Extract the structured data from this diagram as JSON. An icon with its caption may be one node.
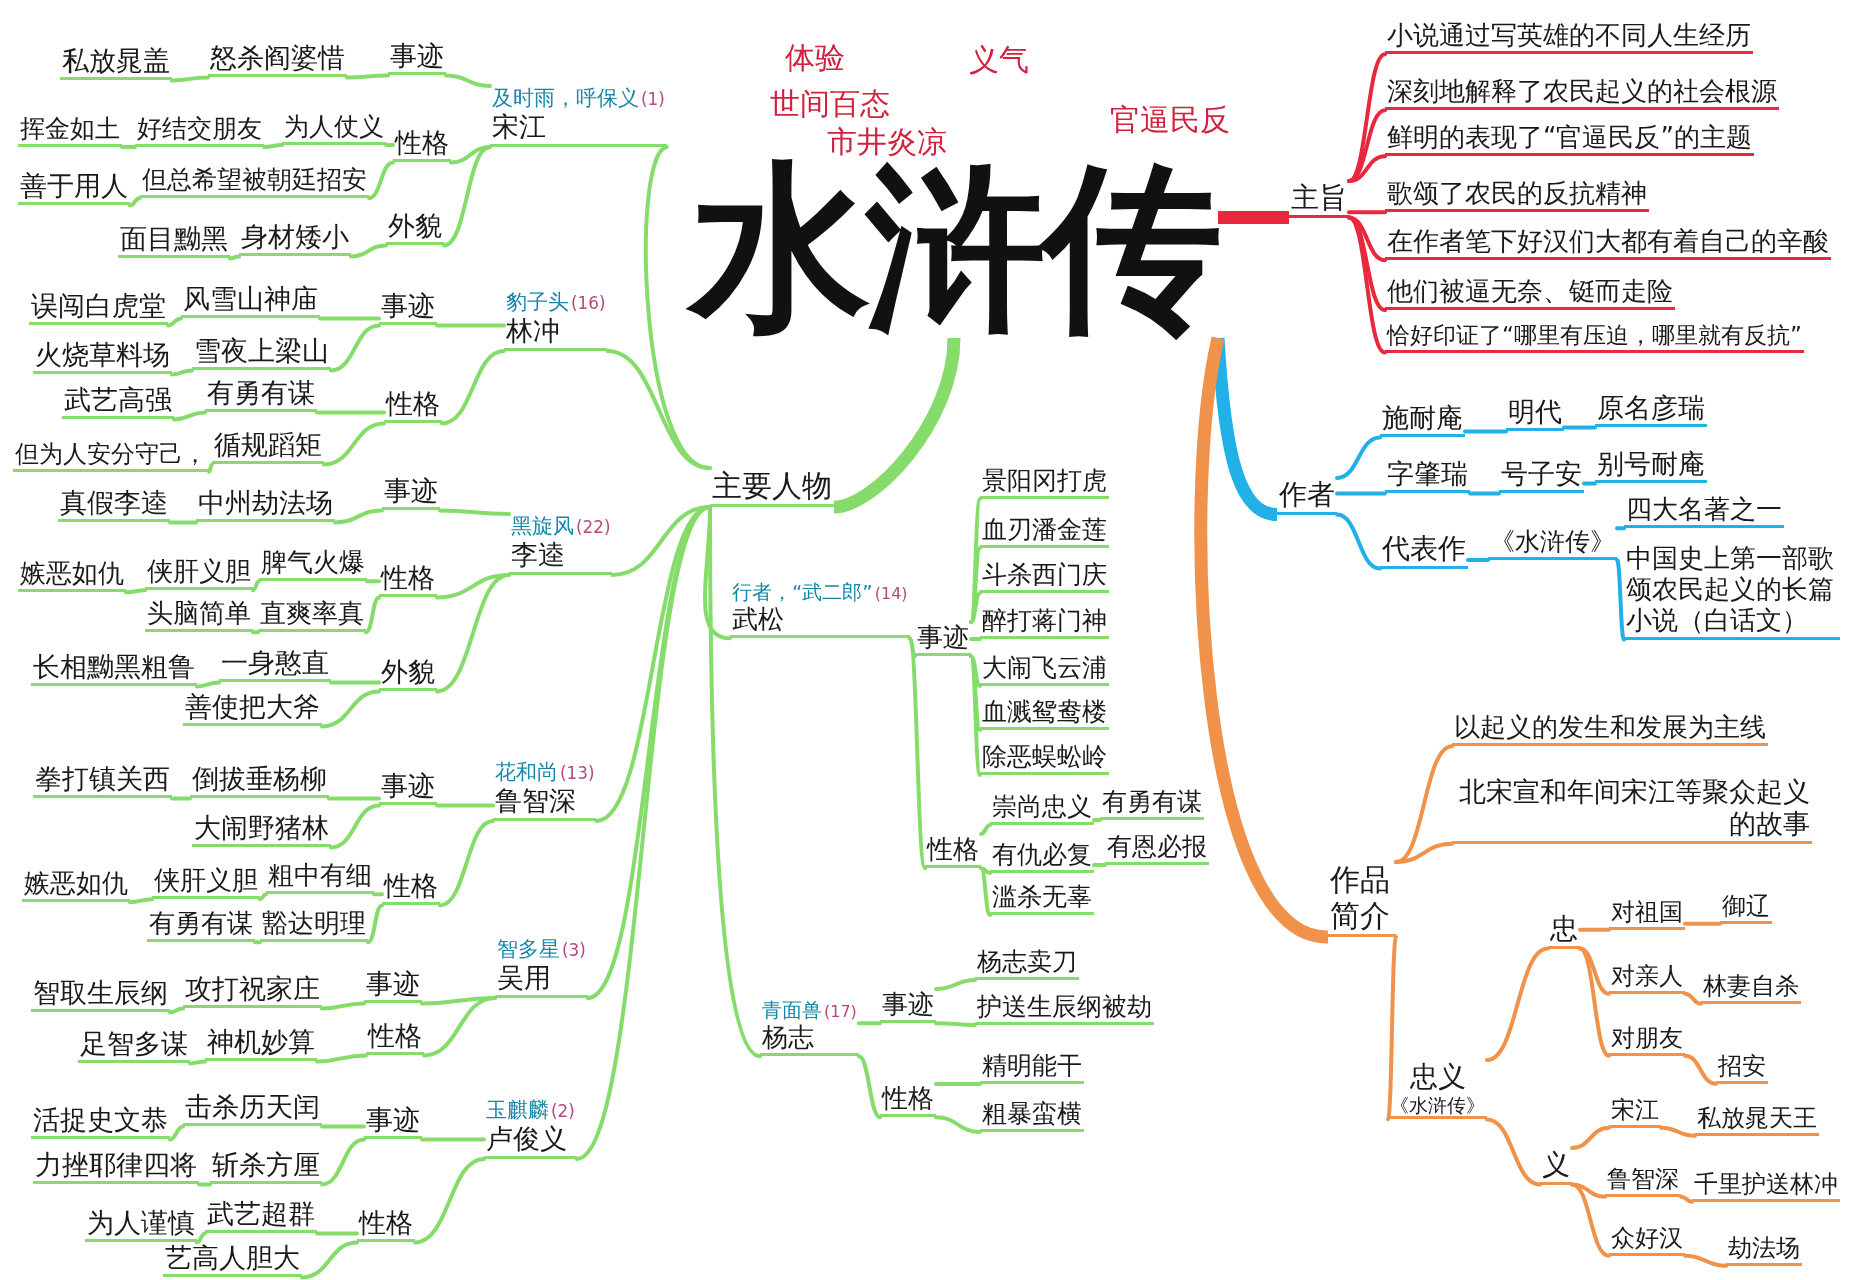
{
  "diagram": {
    "nodes": [
      {
        "text": [
          "水浒传"
        ]
      },
      {
        "text": [
          "主要人物"
        ]
      },
      {
        "text": [
          "及时雨，呼保义",
          "(1)",
          "宋江"
        ]
      },
      {
        "text": [
          "私放晁盖"
        ]
      },
      {
        "text": [
          "怒杀阎婆惜"
        ]
      },
      {
        "text": [
          "事迹"
        ]
      },
      {
        "text": [
          "挥金如土"
        ]
      },
      {
        "text": [
          "好结交朋友"
        ]
      },
      {
        "text": [
          "为人仗义"
        ]
      },
      {
        "text": [
          "性格"
        ]
      },
      {
        "text": [
          "善于用人"
        ]
      },
      {
        "text": [
          "但总希望被朝廷招安"
        ]
      },
      {
        "text": [
          "面目黝黑"
        ]
      },
      {
        "text": [
          "身材矮小"
        ]
      },
      {
        "text": [
          "外貌"
        ]
      },
      {
        "text": [
          "豹子头",
          "(16)",
          "林冲"
        ]
      },
      {
        "text": [
          "误闯白虎堂"
        ]
      },
      {
        "text": [
          "风雪山神庙"
        ]
      },
      {
        "text": [
          "事迹"
        ]
      },
      {
        "text": [
          "火烧草料场"
        ]
      },
      {
        "text": [
          "雪夜上梁山"
        ]
      },
      {
        "text": [
          "武艺高强"
        ]
      },
      {
        "text": [
          "有勇有谋"
        ]
      },
      {
        "text": [
          "性格"
        ]
      },
      {
        "text": [
          "但为人安分守己，"
        ]
      },
      {
        "text": [
          "循规蹈矩"
        ]
      },
      {
        "text": [
          "黑旋风",
          "(22)",
          "李逵"
        ]
      },
      {
        "text": [
          "真假李逵"
        ]
      },
      {
        "text": [
          "中州劫法场"
        ]
      },
      {
        "text": [
          "事迹"
        ]
      },
      {
        "text": [
          "嫉恶如仇"
        ]
      },
      {
        "text": [
          "侠肝义胆"
        ]
      },
      {
        "text": [
          "脾气火爆"
        ]
      },
      {
        "text": [
          "性格"
        ]
      },
      {
        "text": [
          "头脑简单"
        ]
      },
      {
        "text": [
          "直爽率真"
        ]
      },
      {
        "text": [
          "长相黝黑粗鲁"
        ]
      },
      {
        "text": [
          "一身憨直"
        ]
      },
      {
        "text": [
          "外貌"
        ]
      },
      {
        "text": [
          "善使把大斧"
        ]
      },
      {
        "text": [
          "花和尚",
          "(13)",
          "鲁智深"
        ]
      },
      {
        "text": [
          "拳打镇关西"
        ]
      },
      {
        "text": [
          "倒拔垂杨柳"
        ]
      },
      {
        "text": [
          "事迹"
        ]
      },
      {
        "text": [
          "大闹野猪林"
        ]
      },
      {
        "text": [
          "嫉恶如仇"
        ]
      },
      {
        "text": [
          "侠肝义胆"
        ]
      },
      {
        "text": [
          "粗中有细"
        ]
      },
      {
        "text": [
          "性格"
        ]
      },
      {
        "text": [
          "有勇有谋"
        ]
      },
      {
        "text": [
          "豁达明理"
        ]
      },
      {
        "text": [
          "智多星",
          "(3)",
          "吴用"
        ]
      },
      {
        "text": [
          "智取生辰纲"
        ]
      },
      {
        "text": [
          "攻打祝家庄"
        ]
      },
      {
        "text": [
          "事迹"
        ]
      },
      {
        "text": [
          "足智多谋"
        ]
      },
      {
        "text": [
          "神机妙算"
        ]
      },
      {
        "text": [
          "性格"
        ]
      },
      {
        "text": [
          "玉麒麟",
          "(2)",
          "卢俊义"
        ]
      },
      {
        "text": [
          "活捉史文恭"
        ]
      },
      {
        "text": [
          "击杀历天闰"
        ]
      },
      {
        "text": [
          "事迹"
        ]
      },
      {
        "text": [
          "力挫耶律四将"
        ]
      },
      {
        "text": [
          "斩杀方厘"
        ]
      },
      {
        "text": [
          "为人谨慎"
        ]
      },
      {
        "text": [
          "武艺超群"
        ]
      },
      {
        "text": [
          "性格"
        ]
      },
      {
        "text": [
          "艺高人胆大"
        ]
      },
      {
        "text": [
          "行者，“武二郎”",
          "(14)",
          "武松"
        ]
      },
      {
        "text": [
          "事迹"
        ]
      },
      {
        "text": [
          "景阳冈打虎"
        ]
      },
      {
        "text": [
          "血刃潘金莲"
        ]
      },
      {
        "text": [
          "斗杀西门庆"
        ]
      },
      {
        "text": [
          "醉打蒋门神"
        ]
      },
      {
        "text": [
          "大闹飞云浦"
        ]
      },
      {
        "text": [
          "血溅鸳鸯楼"
        ]
      },
      {
        "text": [
          "除恶蜈蚣岭"
        ]
      },
      {
        "text": [
          "性格"
        ]
      },
      {
        "text": [
          "崇尚忠义"
        ]
      },
      {
        "text": [
          "有勇有谋"
        ]
      },
      {
        "text": [
          "有仇必复"
        ]
      },
      {
        "text": [
          "有恩必报"
        ]
      },
      {
        "text": [
          "滥杀无辜"
        ]
      },
      {
        "text": [
          "青面兽",
          "(17)",
          "杨志"
        ]
      },
      {
        "text": [
          "事迹"
        ]
      },
      {
        "text": [
          "杨志卖刀"
        ]
      },
      {
        "text": [
          "护送生辰纲被劫"
        ]
      },
      {
        "text": [
          "性格"
        ]
      },
      {
        "text": [
          "精明能干"
        ]
      },
      {
        "text": [
          "粗暴蛮横"
        ]
      },
      {
        "text": [
          "主旨"
        ]
      },
      {
        "text": [
          "小说通过写英雄的不同人生经历"
        ]
      },
      {
        "text": [
          "深刻地解释了农民起义的社会根源"
        ]
      },
      {
        "text": [
          "鲜明的表现了“官逼民反”的主题"
        ]
      },
      {
        "text": [
          "歌颂了农民的反抗精神"
        ]
      },
      {
        "text": [
          "在作者笔下好汉们大都有着自己的辛酸"
        ]
      },
      {
        "text": [
          "他们被逼无奈、铤而走险"
        ]
      },
      {
        "text": [
          "恰好印证了“哪里有压迫，哪里就有反抗”"
        ]
      },
      {
        "text": [
          "作者"
        ]
      },
      {
        "text": [
          "施耐庵"
        ]
      },
      {
        "text": [
          "明代"
        ]
      },
      {
        "text": [
          "原名彦瑞"
        ]
      },
      {
        "text": [
          "字肇瑞"
        ]
      },
      {
        "text": [
          "号子安"
        ]
      },
      {
        "text": [
          "别号耐庵"
        ]
      },
      {
        "text": [
          "代表作"
        ]
      },
      {
        "text": [
          "《水浒传》"
        ]
      },
      {
        "text": [
          "四大名著之一"
        ]
      },
      {
        "text": [
          "中国史上第一部歌颂农民起义的长篇小说（白话文）"
        ]
      },
      {
        "text": [
          "作品简介"
        ]
      },
      {
        "text": [
          "以起义的发生和发展为主线"
        ]
      },
      {
        "text": [
          "北宋宣和年间宋江等聚众起义的故事"
        ]
      },
      {
        "text": [
          "忠义",
          "《水浒传》"
        ]
      },
      {
        "text": [
          "忠"
        ]
      },
      {
        "text": [
          "对祖国"
        ]
      },
      {
        "text": [
          "御辽"
        ]
      },
      {
        "text": [
          "对亲人"
        ]
      },
      {
        "text": [
          "林妻自杀"
        ]
      },
      {
        "text": [
          "对朋友"
        ]
      },
      {
        "text": [
          "招安"
        ]
      },
      {
        "text": [
          "义"
        ]
      },
      {
        "text": [
          "宋江"
        ]
      },
      {
        "text": [
          "私放晁天王"
        ]
      },
      {
        "text": [
          "鲁智深"
        ]
      },
      {
        "text": [
          "千里护送林冲"
        ]
      },
      {
        "text": [
          "众好汉"
        ]
      },
      {
        "text": [
          "劫法场"
        ]
      }
    ],
    "edges": [
      {
        "from": 0,
        "to": 1,
        "arrow": "none",
        "style": "thick"
      },
      {
        "from": 1,
        "to": 2,
        "arrow": "none"
      },
      {
        "from": 2,
        "to": 5,
        "arrow": "none"
      },
      {
        "from": 5,
        "to": 4,
        "arrow": "none"
      },
      {
        "from": 4,
        "to": 3,
        "arrow": "none"
      },
      {
        "from": 2,
        "to": 9,
        "arrow": "none"
      },
      {
        "from": 9,
        "to": 8,
        "arrow": "none"
      },
      {
        "from": 8,
        "to": 7,
        "arrow": "none"
      },
      {
        "from": 7,
        "to": 6,
        "arrow": "none"
      },
      {
        "from": 9,
        "to": 11,
        "arrow": "none"
      },
      {
        "from": 11,
        "to": 10,
        "arrow": "none"
      },
      {
        "from": 2,
        "to": 14,
        "arrow": "none"
      },
      {
        "from": 14,
        "to": 13,
        "arrow": "none"
      },
      {
        "from": 13,
        "to": 12,
        "arrow": "none"
      },
      {
        "from": 1,
        "to": 15,
        "arrow": "none"
      },
      {
        "from": 15,
        "to": 18,
        "arrow": "none"
      },
      {
        "from": 18,
        "to": 17,
        "arrow": "none"
      },
      {
        "from": 17,
        "to": 16,
        "arrow": "none"
      },
      {
        "from": 18,
        "to": 20,
        "arrow": "none"
      },
      {
        "from": 20,
        "to": 19,
        "arrow": "none"
      },
      {
        "from": 15,
        "to": 23,
        "arrow": "none"
      },
      {
        "from": 23,
        "to": 22,
        "arrow": "none"
      },
      {
        "from": 22,
        "to": 21,
        "arrow": "none"
      },
      {
        "from": 23,
        "to": 25,
        "arrow": "none"
      },
      {
        "from": 25,
        "to": 24,
        "arrow": "none"
      },
      {
        "from": 1,
        "to": 26,
        "arrow": "none"
      },
      {
        "from": 26,
        "to": 29,
        "arrow": "none"
      },
      {
        "from": 29,
        "to": 28,
        "arrow": "none"
      },
      {
        "from": 28,
        "to": 27,
        "arrow": "none"
      },
      {
        "from": 26,
        "to": 33,
        "arrow": "none"
      },
      {
        "from": 33,
        "to": 32,
        "arrow": "none"
      },
      {
        "from": 32,
        "to": 31,
        "arrow": "none"
      },
      {
        "from": 31,
        "to": 30,
        "arrow": "none"
      },
      {
        "from": 33,
        "to": 35,
        "arrow": "none"
      },
      {
        "from": 35,
        "to": 34,
        "arrow": "none"
      },
      {
        "from": 26,
        "to": 38,
        "arrow": "none"
      },
      {
        "from": 38,
        "to": 37,
        "arrow": "none"
      },
      {
        "from": 37,
        "to": 36,
        "arrow": "none"
      },
      {
        "from": 38,
        "to": 39,
        "arrow": "none"
      },
      {
        "from": 1,
        "to": 40,
        "arrow": "none"
      },
      {
        "from": 40,
        "to": 43,
        "arrow": "none"
      },
      {
        "from": 43,
        "to": 42,
        "arrow": "none"
      },
      {
        "from": 42,
        "to": 41,
        "arrow": "none"
      },
      {
        "from": 43,
        "to": 44,
        "arrow": "none"
      },
      {
        "from": 40,
        "to": 48,
        "arrow": "none"
      },
      {
        "from": 48,
        "to": 47,
        "arrow": "none"
      },
      {
        "from": 47,
        "to": 46,
        "arrow": "none"
      },
      {
        "from": 46,
        "to": 45,
        "arrow": "none"
      },
      {
        "from": 48,
        "to": 50,
        "arrow": "none"
      },
      {
        "from": 50,
        "to": 49,
        "arrow": "none"
      },
      {
        "from": 1,
        "to": 51,
        "arrow": "none"
      },
      {
        "from": 51,
        "to": 54,
        "arrow": "none"
      },
      {
        "from": 54,
        "to": 53,
        "arrow": "none"
      },
      {
        "from": 53,
        "to": 52,
        "arrow": "none"
      },
      {
        "from": 51,
        "to": 57,
        "arrow": "none"
      },
      {
        "from": 57,
        "to": 56,
        "arrow": "none"
      },
      {
        "from": 56,
        "to": 55,
        "arrow": "none"
      },
      {
        "from": 1,
        "to": 58,
        "arrow": "none"
      },
      {
        "from": 58,
        "to": 61,
        "arrow": "none"
      },
      {
        "from": 61,
        "to": 60,
        "arrow": "none"
      },
      {
        "from": 60,
        "to": 59,
        "arrow": "none"
      },
      {
        "from": 61,
        "to": 63,
        "arrow": "none"
      },
      {
        "from": 63,
        "to": 62,
        "arrow": "none"
      },
      {
        "from": 58,
        "to": 66,
        "arrow": "none"
      },
      {
        "from": 66,
        "to": 65,
        "arrow": "none"
      },
      {
        "from": 65,
        "to": 64,
        "arrow": "none"
      },
      {
        "from": 66,
        "to": 67,
        "arrow": "none"
      },
      {
        "from": 1,
        "to": 68,
        "arrow": "none"
      },
      {
        "from": 68,
        "to": 69,
        "arrow": "none"
      },
      {
        "from": 69,
        "to": 70,
        "arrow": "none"
      },
      {
        "from": 69,
        "to": 71,
        "arrow": "none"
      },
      {
        "from": 69,
        "to": 72,
        "arrow": "none"
      },
      {
        "from": 69,
        "to": 73,
        "arrow": "none"
      },
      {
        "from": 69,
        "to": 74,
        "arrow": "none"
      },
      {
        "from": 69,
        "to": 75,
        "arrow": "none"
      },
      {
        "from": 69,
        "to": 76,
        "arrow": "none"
      },
      {
        "from": 68,
        "to": 77,
        "arrow": "none"
      },
      {
        "from": 77,
        "to": 78,
        "arrow": "none"
      },
      {
        "from": 78,
        "to": 79,
        "arrow": "none"
      },
      {
        "from": 77,
        "to": 80,
        "arrow": "none"
      },
      {
        "from": 80,
        "to": 81,
        "arrow": "none"
      },
      {
        "from": 77,
        "to": 82,
        "arrow": "none"
      },
      {
        "from": 1,
        "to": 83,
        "arrow": "none"
      },
      {
        "from": 83,
        "to": 84,
        "arrow": "none"
      },
      {
        "from": 84,
        "to": 85,
        "arrow": "none"
      },
      {
        "from": 84,
        "to": 86,
        "arrow": "none"
      },
      {
        "from": 83,
        "to": 87,
        "arrow": "none"
      },
      {
        "from": 87,
        "to": 88,
        "arrow": "none"
      },
      {
        "from": 87,
        "to": 89,
        "arrow": "none"
      },
      {
        "from": 0,
        "to": 90,
        "arrow": "none",
        "style": "thick",
        "color": "#e8283c"
      },
      {
        "from": 90,
        "to": 91,
        "arrow": "none",
        "color": "#e8283c"
      },
      {
        "from": 90,
        "to": 92,
        "arrow": "none",
        "color": "#e8283c"
      },
      {
        "from": 90,
        "to": 93,
        "arrow": "none",
        "color": "#e8283c"
      },
      {
        "from": 90,
        "to": 94,
        "arrow": "none",
        "color": "#e8283c"
      },
      {
        "from": 90,
        "to": 95,
        "arrow": "none",
        "color": "#e8283c"
      },
      {
        "from": 90,
        "to": 96,
        "arrow": "none",
        "color": "#e8283c"
      },
      {
        "from": 90,
        "to": 97,
        "arrow": "none",
        "color": "#e8283c"
      },
      {
        "from": 0,
        "to": 98,
        "arrow": "none",
        "style": "thick",
        "color": "#22b0e8"
      },
      {
        "from": 98,
        "to": 99,
        "arrow": "none",
        "color": "#22b0e8"
      },
      {
        "from": 99,
        "to": 100,
        "arrow": "none",
        "color": "#22b0e8"
      },
      {
        "from": 100,
        "to": 101,
        "arrow": "none",
        "color": "#22b0e8"
      },
      {
        "from": 98,
        "to": 102,
        "arrow": "none",
        "color": "#22b0e8"
      },
      {
        "from": 102,
        "to": 103,
        "arrow": "none",
        "color": "#22b0e8"
      },
      {
        "from": 103,
        "to": 104,
        "arrow": "none",
        "color": "#22b0e8"
      },
      {
        "from": 98,
        "to": 105,
        "arrow": "none",
        "color": "#22b0e8"
      },
      {
        "from": 105,
        "to": 106,
        "arrow": "none",
        "color": "#22b0e8"
      },
      {
        "from": 106,
        "to": 107,
        "arrow": "none",
        "color": "#22b0e8"
      },
      {
        "from": 106,
        "to": 108,
        "arrow": "none",
        "color": "#22b0e8"
      },
      {
        "from": 0,
        "to": 109,
        "arrow": "none",
        "style": "thick",
        "color": "#f0924a"
      },
      {
        "from": 109,
        "to": 110,
        "arrow": "none",
        "color": "#f0924a"
      },
      {
        "from": 109,
        "to": 111,
        "arrow": "none",
        "color": "#f0924a"
      },
      {
        "from": 109,
        "to": 112,
        "arrow": "none",
        "color": "#f0924a"
      },
      {
        "from": 112,
        "to": 113,
        "arrow": "none",
        "color": "#f0924a"
      },
      {
        "from": 113,
        "to": 114,
        "arrow": "none",
        "color": "#f0924a"
      },
      {
        "from": 114,
        "to": 115,
        "arrow": "none",
        "color": "#f0924a"
      },
      {
        "from": 113,
        "to": 116,
        "arrow": "none",
        "color": "#f0924a"
      },
      {
        "from": 116,
        "to": 117,
        "arrow": "none",
        "color": "#f0924a"
      },
      {
        "from": 113,
        "to": 118,
        "arrow": "none",
        "color": "#f0924a"
      },
      {
        "from": 118,
        "to": 119,
        "arrow": "none",
        "color": "#f0924a"
      },
      {
        "from": 112,
        "to": 120,
        "arrow": "none",
        "color": "#f0924a"
      },
      {
        "from": 120,
        "to": 121,
        "arrow": "none",
        "color": "#f0924a"
      },
      {
        "from": 121,
        "to": 122,
        "arrow": "none",
        "color": "#f0924a"
      },
      {
        "from": 120,
        "to": 123,
        "arrow": "none",
        "color": "#f0924a"
      },
      {
        "from": 123,
        "to": 124,
        "arrow": "none",
        "color": "#f0924a"
      },
      {
        "from": 120,
        "to": 125,
        "arrow": "none",
        "color": "#f0924a"
      },
      {
        "from": 125,
        "to": 126,
        "arrow": "none",
        "color": "#f0924a"
      }
    ],
    "labels": [
      "体验",
      "义气",
      "世间百态",
      "官逼民反",
      "市井炎凉"
    ]
  }
}
